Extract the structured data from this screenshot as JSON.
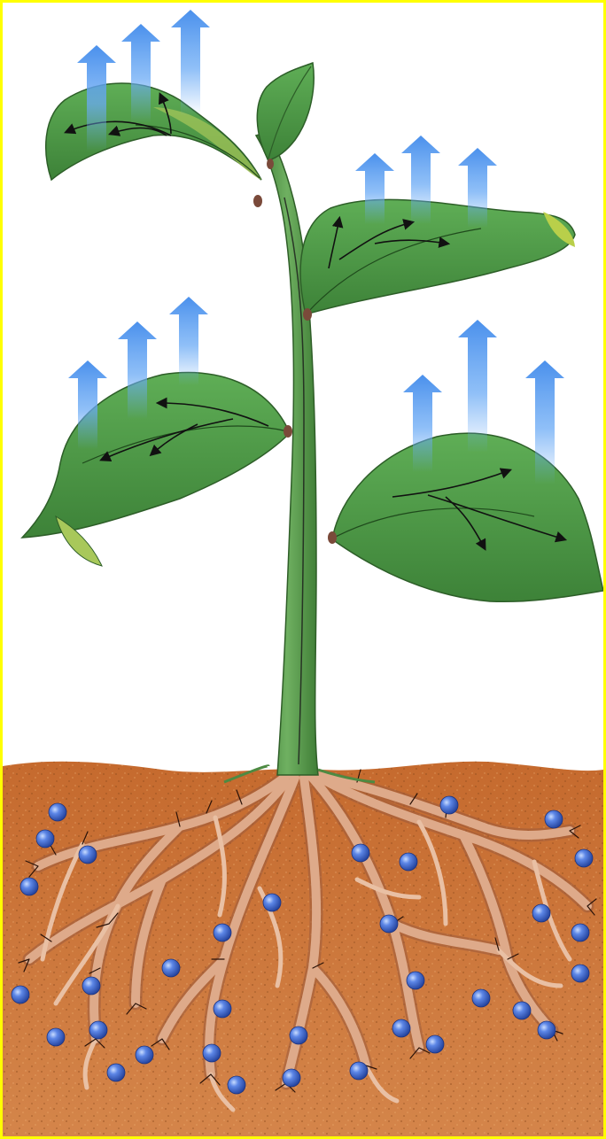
{
  "diagram": {
    "subject": "transpiration-plant",
    "colors": {
      "frame_border": "#ffff00",
      "background": "#ffffff",
      "leaf": "#4e9a4a",
      "leaf_dark": "#2f6b2c",
      "stem": "#5a9a4c",
      "soil": "#c9783e",
      "soil_speckle": "#8a4a1c",
      "root": "#d8a483",
      "root_outline": "#9b5a3c",
      "vapor_arrow": "#5aa0f0",
      "water_droplet": "#3f6ad0",
      "flow_arrow": "#111111"
    },
    "labels": {
      "vapor_arrows": "water-vapor-release-arrow",
      "flow_arrows": "water-flow-arrow",
      "droplets": "soil-water-droplet"
    }
  }
}
